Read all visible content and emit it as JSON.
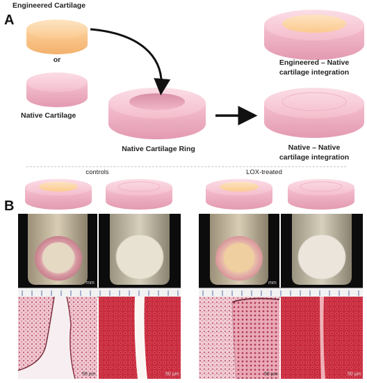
{
  "panel_a": {
    "letter": "A",
    "engineered_label": "Engineered Cartilage",
    "or_label": "or",
    "native_label": "Native Cartilage",
    "ring_label": "Native Cartilage Ring",
    "result_top_label_1": "Engineered – Native",
    "result_top_label_2": "cartilage integration",
    "result_bottom_label_1": "Native – Native",
    "result_bottom_label_2": "cartilage integration"
  },
  "panel_b": {
    "letter": "B",
    "group_left_label": "controls",
    "group_right_label": "LOX-treated",
    "mm_label": "mm",
    "scale_bar_label": "50 µm"
  },
  "colors": {
    "pink": "#f3b9c9",
    "orange": "#fbc98e",
    "histo_red": "#c0283a",
    "photo_bg": "#0c0c0c"
  }
}
